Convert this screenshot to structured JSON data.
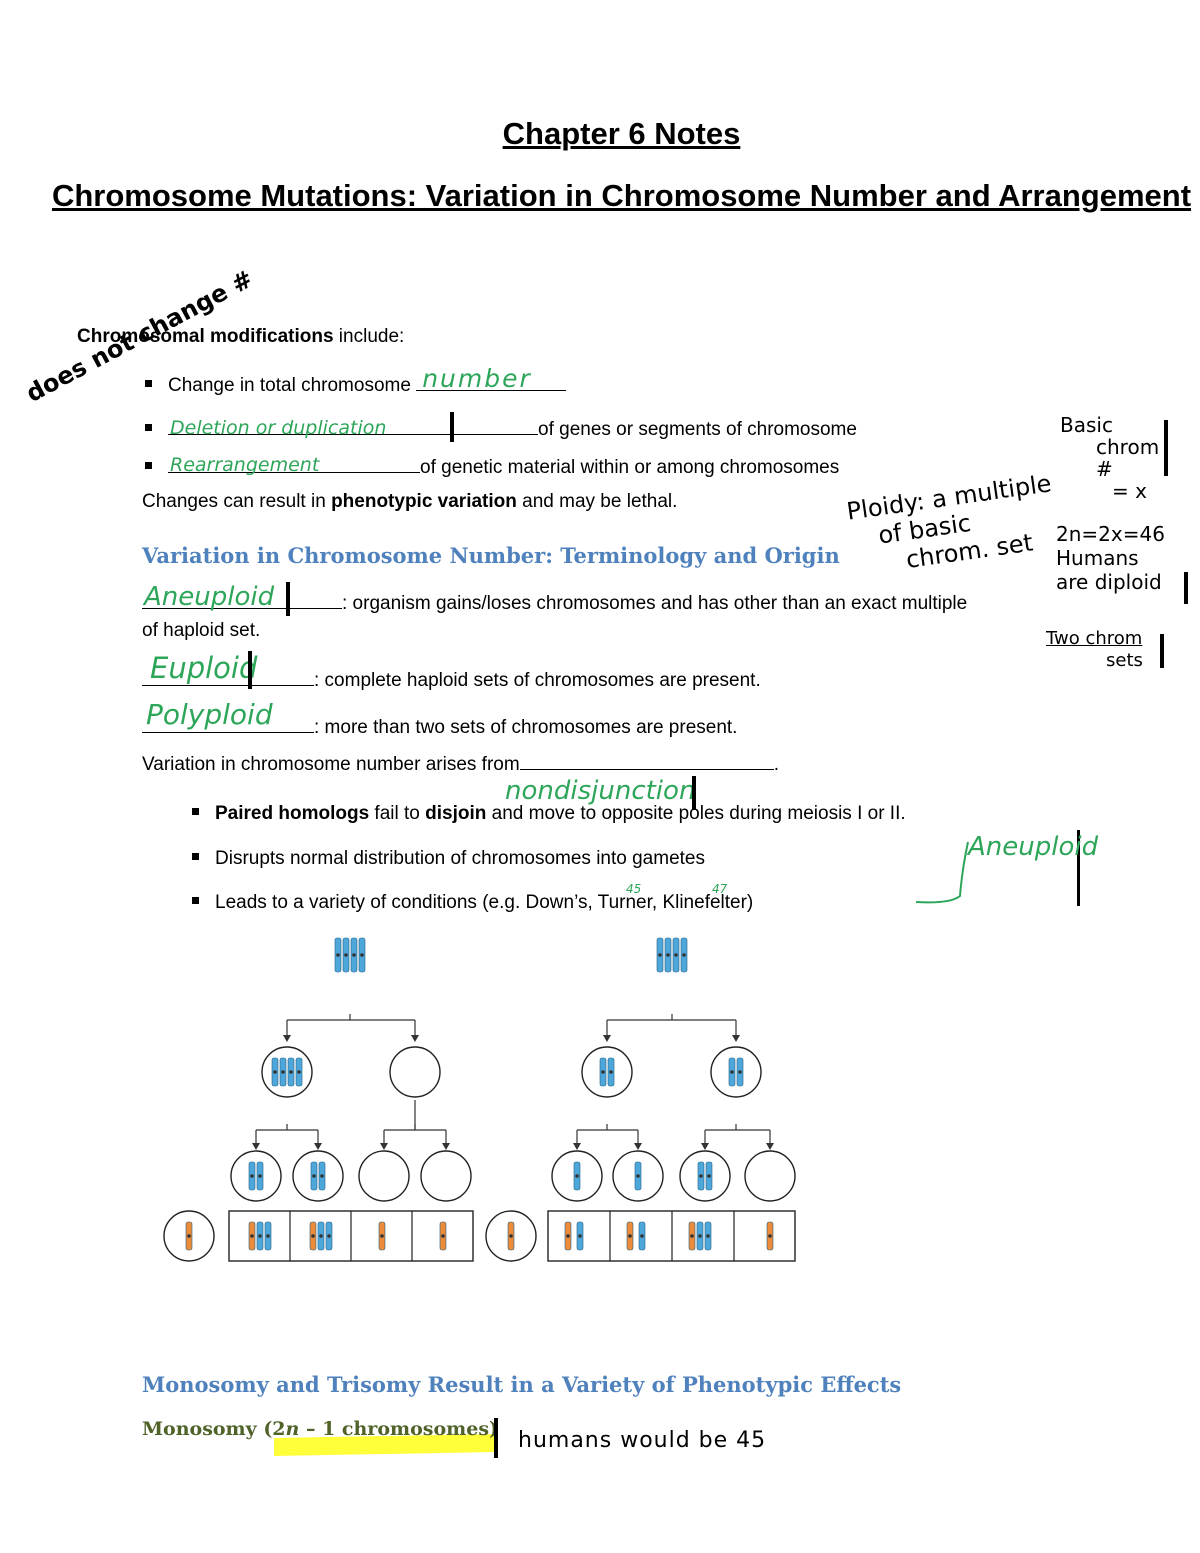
{
  "title": "Chapter 6 Notes",
  "subtitle": "Chromosome Mutations: Variation in Chromosome Number and Arrangement",
  "intro": {
    "bold": "Chromosomal modifications",
    "rest": " include:"
  },
  "bullets_top": [
    {
      "text": "Change in total chromosome",
      "handwritten": "number"
    },
    {
      "text": "of genes or segments of chromosome",
      "handwritten": "Deletion or duplication"
    },
    {
      "text": "of genetic material within or among chromosomes",
      "handwritten": "Rearrangement"
    }
  ],
  "changes_line": {
    "pre": "Changes can result in ",
    "bold": "phenotypic variation",
    "post": " and may be lethal."
  },
  "section1_heading": "Variation in Chromosome Number: Terminology and Origin",
  "definitions": [
    {
      "handwritten": "Aneuploid",
      "text": ": organism gains/loses chromosomes and has other than an exact multiple",
      "continuation": "of haploid set."
    },
    {
      "handwritten": "Euploid",
      "text": ": complete haploid sets of chromosomes are present."
    },
    {
      "handwritten": "Polyploid",
      "text": ": more than two sets of chromosomes are present."
    }
  ],
  "variation_line": {
    "pre": "Variation in chromosome number arises from",
    "post": ".",
    "handwritten": "nondisjunction"
  },
  "bullets_nd": [
    {
      "bold": "Paired homologs",
      "pre_rest": " fail to ",
      "bold2": "disjoin",
      "rest": " and move to opposite poles during meiosis I or II."
    },
    {
      "text": "Disrupts normal distribution of chromosomes into gametes"
    },
    {
      "text": "Leads to a variety of conditions (e.g. Down’s, Turner, Klinefelter)"
    }
  ],
  "margin_notes": {
    "left": "does not change #",
    "ploidy": [
      "Ploidy: a multiple",
      "of basic",
      "chrom. set"
    ],
    "basic": [
      "Basic",
      "chrom #",
      "= x"
    ],
    "humans": [
      "2n=2x=46",
      "Humans",
      "are diploid"
    ],
    "two": [
      "Two chrom",
      "sets"
    ],
    "aneuploid_bracket": "Aneuploid",
    "counts": [
      "45",
      "47"
    ],
    "monosomy_note": "humans would be 45"
  },
  "section2_heading": "Monosomy and Trisomy Result in a Variety of Phenotypic Effects",
  "monosomy": {
    "pre": "Monosomy (2",
    "italic": "n",
    "post": " – 1 chromosomes)"
  },
  "colors": {
    "chrom_blue": "#4ea7da",
    "chrom_orange": "#ec8c3a",
    "ink_green": "#2ea65a",
    "heading_blue": "#4f81bd",
    "heading_green": "#4f6228",
    "highlight": "#ffff3a"
  }
}
